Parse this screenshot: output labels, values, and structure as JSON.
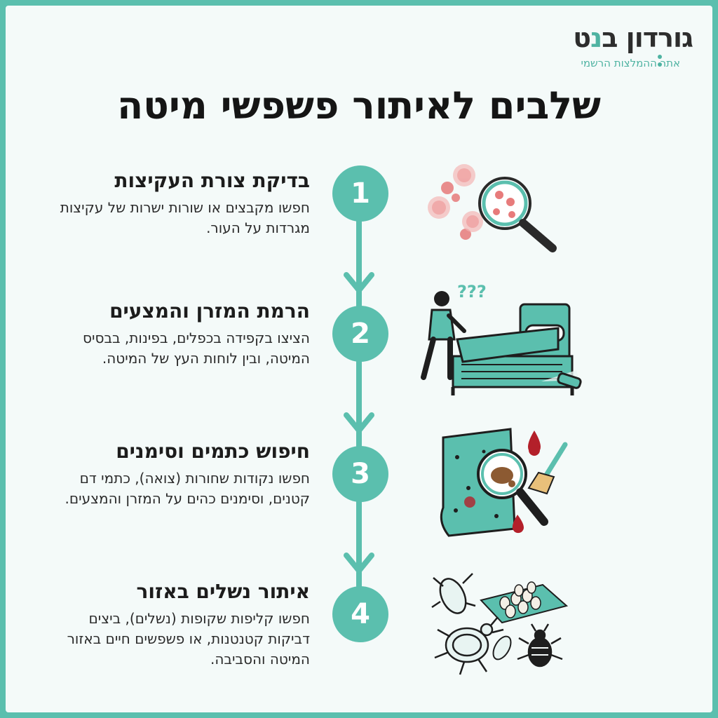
{
  "brand": {
    "name_main": "גורדון ב",
    "name_accent": "נ",
    "name_end": "ט",
    "tagline": "אתר ההמלצות הרשמי"
  },
  "title": "שלבים לאיתור פשפשי מיטה",
  "steps": [
    {
      "number": "1",
      "title": "בדיקת צורת העקיצות",
      "desc": "חפשו מקבצים או שורות ישרות של עקיצות מגרדות על העור."
    },
    {
      "number": "2",
      "title": "הרמת המזרן והמצעים",
      "desc": "הציצו בקפידה בכפלים, בפינות, בבסיס המיטה, ובין לוחות העץ של המיטה."
    },
    {
      "number": "3",
      "title": "חיפוש כתמים וסימנים",
      "desc": "חפשו נקודות שחורות (צואה), כתמי דם קטנים, וסימנים כהים על המזרן והמצעים."
    },
    {
      "number": "4",
      "title": "איתור נשלים באזור",
      "desc": "חפשו קליפות שקופות (נשלים), ביצים דביקות קטנטנות, או פשפשים חיים באזור המיטה והסביבה."
    }
  ],
  "illustration_text": {
    "question_marks": "???"
  },
  "colors": {
    "accent": "#5bbfae",
    "blood": "#b3202a",
    "skin_bite": "#e77b7b",
    "dark": "#1e1e1e"
  }
}
